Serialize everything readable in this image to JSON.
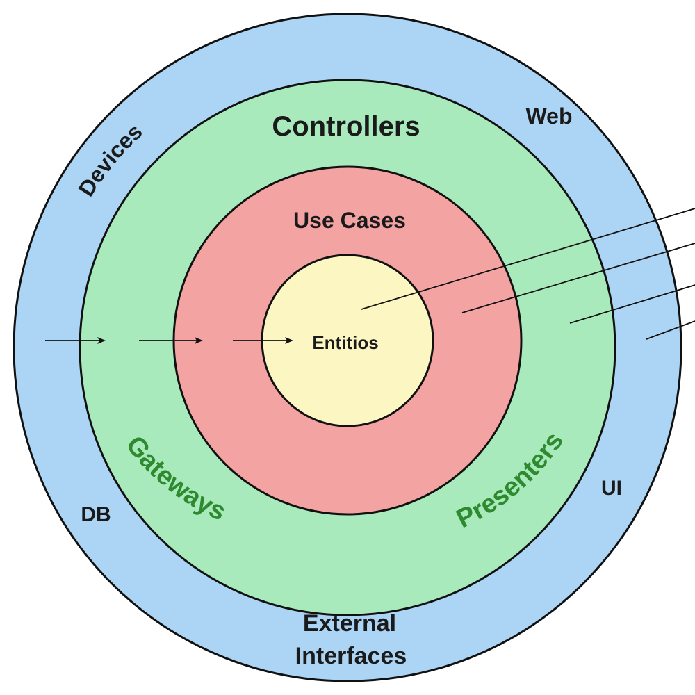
{
  "diagram": {
    "layers": {
      "outer": {
        "labels": {
          "devices": "Devices",
          "web": "Web",
          "db": "DB",
          "ui": "UI",
          "external_line1": "External",
          "external_line2": "Interfaces"
        },
        "color": "#acd4f4"
      },
      "green": {
        "labels": {
          "controllers": "Controllers",
          "gateways": "Gateways",
          "presenters": "Presenters"
        },
        "color": "#a8eabc"
      },
      "red": {
        "labels": {
          "use_cases": "Use Cases"
        },
        "color": "#f4a3a3"
      },
      "core": {
        "labels": {
          "entities": "Entitios"
        },
        "color": "#fbf6c2"
      }
    },
    "colors": {
      "outline": "#111111",
      "green_text": "#2f8a2f",
      "text_dark": "#1a1a1a"
    },
    "arrows": {
      "inward_count": 3,
      "pointer_count": 4
    }
  }
}
